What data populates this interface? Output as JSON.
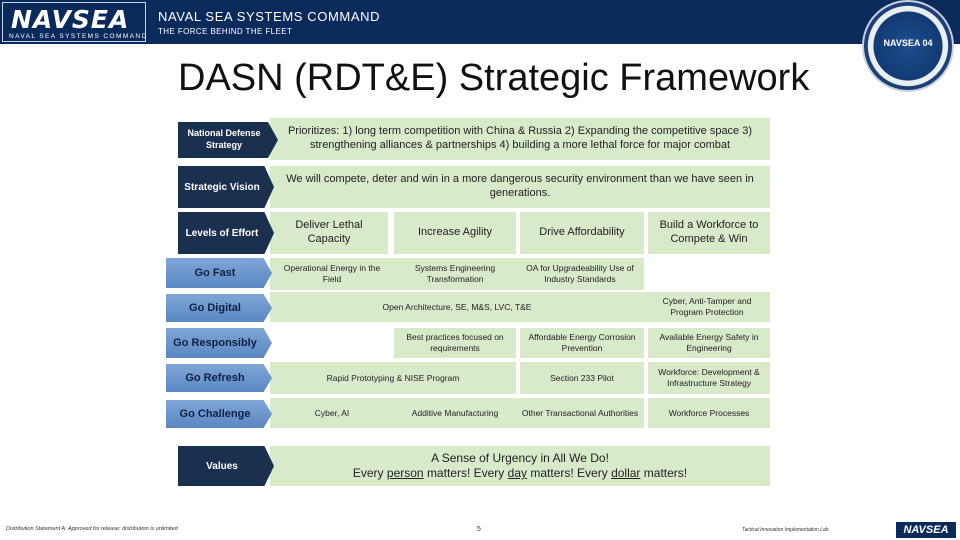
{
  "header": {
    "logo": "NAVSEA",
    "logo_sub": "NAVAL SEA SYSTEMS COMMAND",
    "title": "NAVAL SEA SYSTEMS COMMAND",
    "tagline": "THE FORCE BEHIND THE FLEET",
    "seal_text": "NAVSEA 04"
  },
  "page_title": "DASN (RDT&E) Strategic Framework",
  "framework": {
    "nds_label": "National Defense Strategy",
    "nds_text": "Prioritizes: 1) long term competition with China & Russia 2) Expanding the competitive space 3) strengthening alliances & partnerships 4) building a more lethal force for major combat",
    "vision_label": "Strategic Vision",
    "vision_text": "We will compete, deter and win in a more dangerous security environment than we have seen in generations.",
    "effort_label": "Levels of Effort",
    "effort_cols": [
      "Deliver Lethal Capacity",
      "Increase Agility",
      "Drive Affordability",
      "Build a Workforce to Compete & Win"
    ],
    "go_fast": {
      "label": "Go Fast",
      "cells": [
        "Operational Energy in the Field",
        "Systems Engineering Transformation",
        "OA for Upgradeability Use of Industry Standards"
      ]
    },
    "go_digital": {
      "label": "Go Digital",
      "span": "Open Architecture, SE, M&S, LVC, T&E",
      "right": "Cyber, Anti-Tamper and Program Protection"
    },
    "go_responsibly": {
      "label": "Go Responsibly",
      "cells": [
        "Best practices focused on requirements",
        "Affordable Energy Corrosion Prevention",
        "Available Energy Safety in Engineering"
      ]
    },
    "go_refresh": {
      "label": "Go Refresh",
      "span": "Rapid Prototyping & NISE Program",
      "mid": "Section 233 Pilot",
      "right": "Workforce: Development & Infrastructure Strategy"
    },
    "go_challenge": {
      "label": "Go Challenge",
      "cells": [
        "Cyber, AI",
        "Additive Manufacturing",
        "Other Transactional Authorities",
        "Workforce Processes"
      ]
    },
    "values_label": "Values",
    "values_line1": "A Sense of Urgency in All We Do!",
    "values_every": "Every",
    "values_person": "person",
    "values_day": "day",
    "values_dollar": "dollar",
    "values_matters": "matters!"
  },
  "footer": {
    "statement": "Distribution Statement A: Approved for release: distribution is unlimited",
    "page": "5",
    "right": "Tactical Innovation Implementation Lab",
    "logo": "NAVSEA"
  }
}
